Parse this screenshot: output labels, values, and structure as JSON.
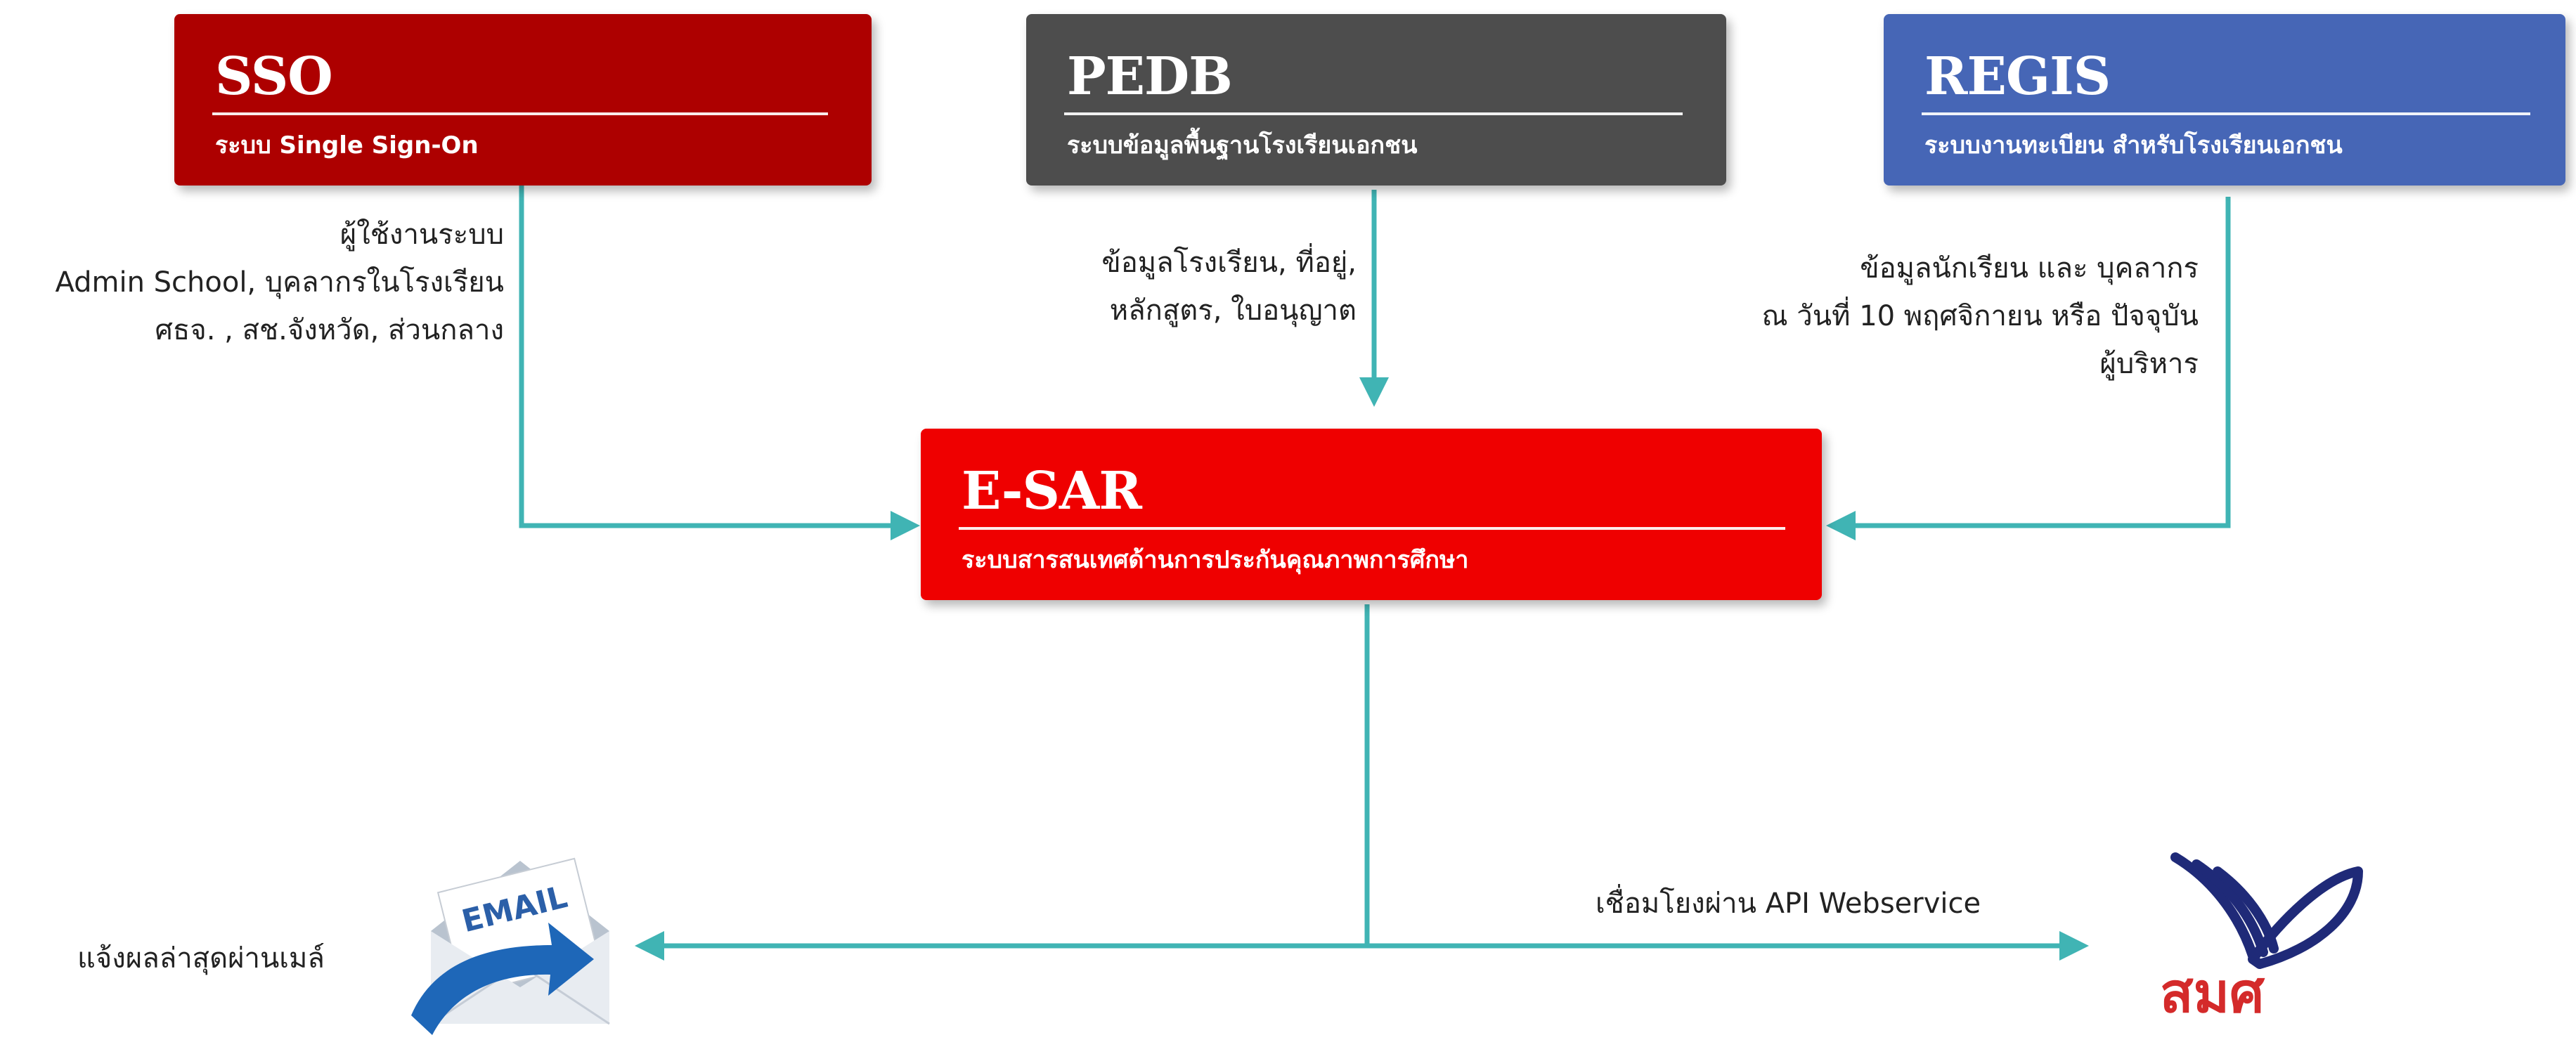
{
  "colors": {
    "sso": "#ad0000",
    "pedb": "#4d4d4d",
    "regis": "#4666b6",
    "esar": "#ef0000",
    "connector": "#40b4b4"
  },
  "boxes": {
    "sso": {
      "title": "SSO",
      "subtitle": "ระบบ Single Sign-On"
    },
    "pedb": {
      "title": "PEDB",
      "subtitle": "ระบบข้อมูลพื้นฐานโรงเรียนเอกชน"
    },
    "regis": {
      "title": "REGIS",
      "subtitle": "ระบบงานทะเบียน สำหรับโรงเรียนเอกชน"
    },
    "esar": {
      "title": "E-SAR",
      "subtitle": "ระบบสารสนเทศด้านการประกันคุณภาพการศึกษา"
    }
  },
  "captions": {
    "sso": [
      "ผู้ใช้งานระบบ",
      "Admin School, บุคลากรในโรงเรียน",
      "ศธจ. , สช.จังหวัด, ส่วนกลาง"
    ],
    "pedb": [
      "ข้อมูลโรงเรียน, ที่อยู่,",
      "หลักสูตร, ใบอนุญาต"
    ],
    "regis": [
      "ข้อมูลนักเรียน และ บุคลากร",
      "ณ วันที่ 10 พฤศจิกายน หรือ ปัจจุบัน",
      "ผู้บริหาร"
    ],
    "email": "แจ้งผลล่าสุดผ่านเมล์",
    "api": "เชื่อมโยงผ่าน API Webservice"
  },
  "icons": {
    "email": {
      "icon": "email-envelope-icon",
      "label": "EMAIL"
    },
    "onesqa": {
      "icon": "onesqa-logo-icon",
      "text": "สมศ"
    }
  }
}
